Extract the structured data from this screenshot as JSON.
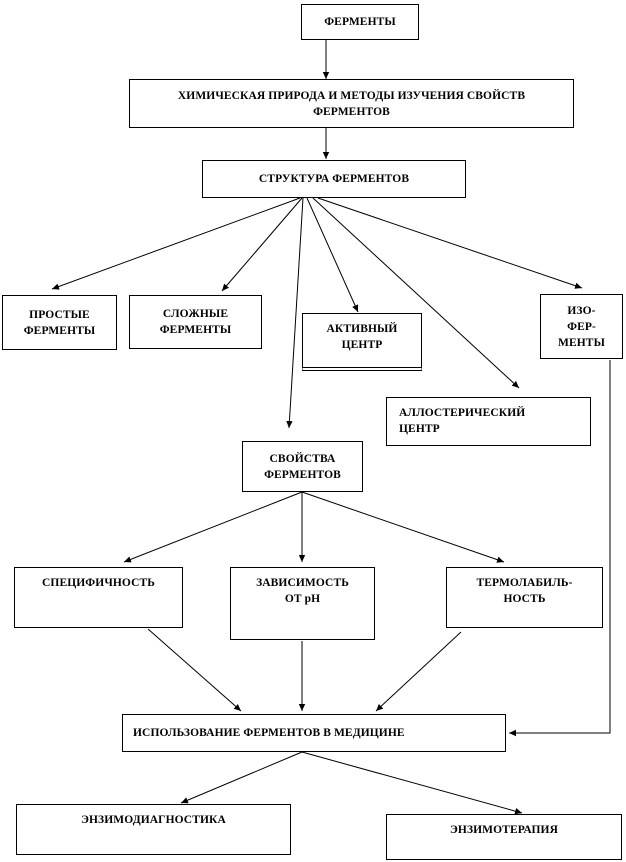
{
  "nodes": {
    "fermenty": "ФЕРМЕНТЫ",
    "himicheskaya": "ХИМИЧЕСКАЯ ПРИРОДА И МЕТОДЫ ИЗУЧЕНИЯ СВОЙСТВ\nФЕРМЕНТОВ",
    "struktura": "СТРУКТУРА ФЕРМЕНТОВ",
    "prostye": "ПРОСТЫЕ\nФЕРМЕНТЫ",
    "slozhnye": "СЛОЖНЫЕ\nФЕРМЕНТЫ",
    "aktivny": "АКТИВНЫЙ\nЦЕНТР",
    "izofermenty": "ИЗО-\nФЕР-\nМЕНТЫ",
    "allostericheskiy": "АЛЛОСТЕРИЧЕСКИЙ\nЦЕНТР",
    "svoystva": "СВОЙСТВА\nФЕРМЕНТОВ",
    "specifichnost": "СПЕЦИФИЧНОСТЬ",
    "zavisimost": "ЗАВИСИМОСТЬ\nОТ pH",
    "termolabilnost": "ТЕРМОЛАБИЛЬ-\nНОСТЬ",
    "ispolzovanie": "ИСПОЛЬЗОВАНИЕ  ФЕРМЕНТОВ  В  МЕДИЦИНЕ",
    "enzimodiagnostika": "ЭНЗИМОДИАГНОСТИКА",
    "enzimoterapiya": "ЭНЗИМОТЕРАПИЯ"
  }
}
